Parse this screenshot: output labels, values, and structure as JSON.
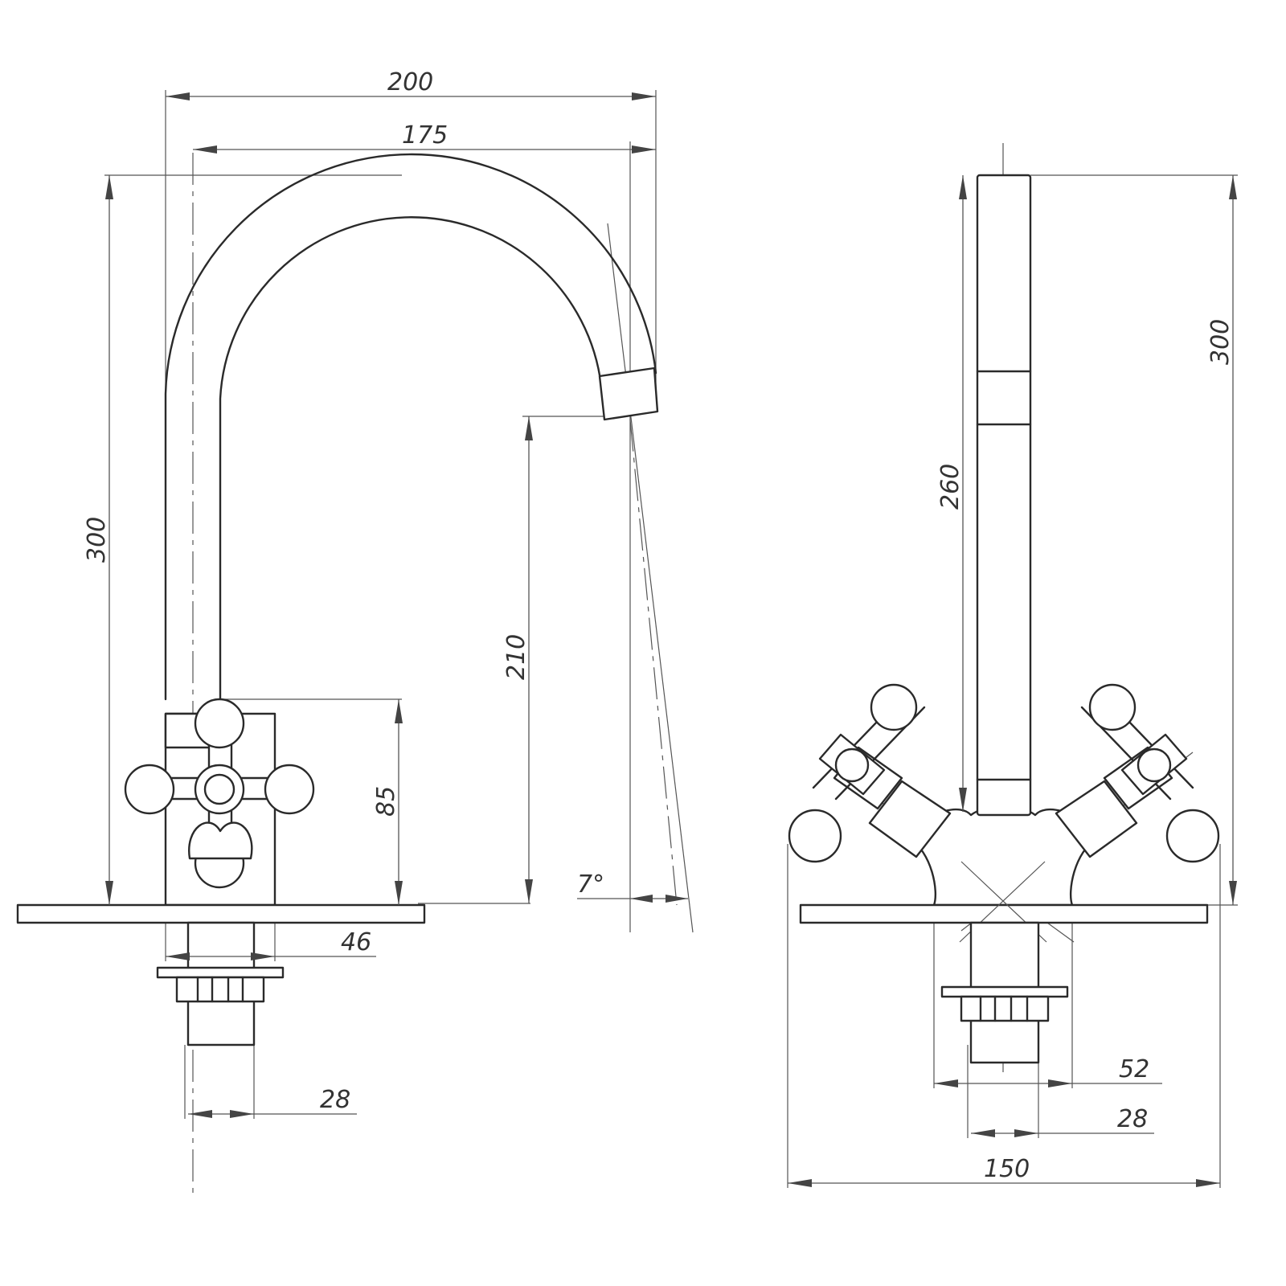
{
  "dimensions": {
    "side_total_length": "200",
    "side_spout_reach": "175",
    "side_height": "300",
    "side_spout_outlet_height": "210",
    "side_handle_height": "85",
    "side_spout_angle": "7°",
    "side_body_width": "46",
    "side_shank_diameter": "28",
    "front_height": "300",
    "front_column_height": "260",
    "front_body_width": "52",
    "front_shank_diameter": "28",
    "front_overall_width": "150"
  }
}
